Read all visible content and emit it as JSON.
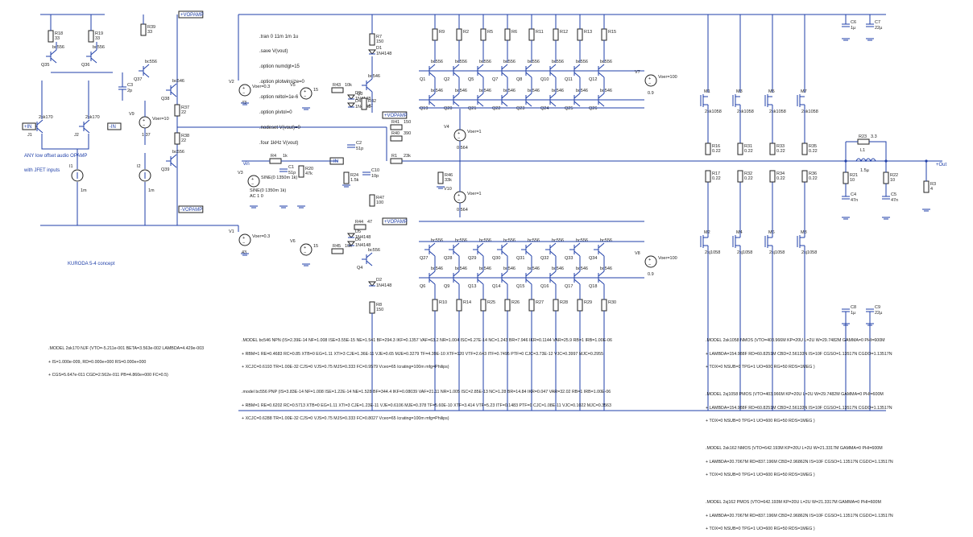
{
  "spice": {
    "lines": [
      ".tran 0 11m 1m 1u",
      ".save V(vout)",
      ".option numdgt=15",
      ".option plotwinsize=0",
      ".option reltol=1e-6",
      ".option pivtol=0",
      ".nodeset V(vout)=0",
      ".four 1kHz V(vout)"
    ]
  },
  "notes": {
    "opamp_l1": "ANY low offset audio OPAMP",
    "opamp_l2": "with JFET inputs",
    "concept": "KURODA 5-4 concept"
  },
  "nets": {
    "vopamp_pos": "+VOPAMP",
    "vopamp_neg": "-VOPAMP",
    "in_pos": "+IN",
    "in_neg": "-IN",
    "vin": "vin",
    "out": "+Out"
  },
  "components": [
    {
      "ref": "R18",
      "value": "33"
    },
    {
      "ref": "R19",
      "value": "33"
    },
    {
      "ref": "Q35",
      "value": "bc556"
    },
    {
      "ref": "Q36",
      "value": "bc556"
    },
    {
      "ref": "R39",
      "value": "33"
    },
    {
      "ref": "Q37",
      "value": "bc556"
    },
    {
      "ref": "C3",
      "value": "2p"
    },
    {
      "ref": "Q38",
      "value": "bc546"
    },
    {
      "ref": "R37",
      "value": "22"
    },
    {
      "ref": "R38",
      "value": "22"
    },
    {
      "ref": "Q39",
      "value": "bc556"
    },
    {
      "ref": "V9",
      "value": "Voer=10"
    },
    {
      "ref": "V9b",
      "value": "1.37"
    },
    {
      "ref": "J1",
      "value": "2sk170"
    },
    {
      "ref": "J2",
      "value": "2sk170"
    },
    {
      "ref": "I1",
      "value": "1m"
    },
    {
      "ref": "I2",
      "value": "1m"
    },
    {
      "ref": "R7",
      "value": "150"
    },
    {
      "ref": "D1",
      "value": "1N4148"
    },
    {
      "ref": "V2",
      "value": "Voer=0.3"
    },
    {
      "ref": "V2b",
      "value": "43"
    },
    {
      "ref": "V5",
      "value": "15"
    },
    {
      "ref": "R43",
      "value": "10k"
    },
    {
      "ref": "Q3",
      "value": "bc546"
    },
    {
      "ref": "D3",
      "value": "1N4148"
    },
    {
      "ref": "D4",
      "value": "1N4148"
    },
    {
      "ref": "R42",
      "value": "47"
    },
    {
      "ref": "R41",
      "value": "150"
    },
    {
      "ref": "R40",
      "value": "390"
    },
    {
      "ref": "C2",
      "value": "51p"
    },
    {
      "ref": "R1",
      "value": "23k"
    },
    {
      "ref": "V4",
      "value": "Voer=1"
    },
    {
      "ref": "V4b",
      "value": "0.564"
    },
    {
      "ref": "R4",
      "value": "1k"
    },
    {
      "ref": "V3",
      "value": "SINE(0 1350m 1k)"
    },
    {
      "ref": "V3b",
      "value": "AC 1 0"
    },
    {
      "ref": "C1",
      "value": "51p"
    },
    {
      "ref": "R20",
      "value": "47k"
    },
    {
      "ref": "R24",
      "value": "1.5k"
    },
    {
      "ref": "C10",
      "value": "10p"
    },
    {
      "ref": "R46",
      "value": "33k"
    },
    {
      "ref": "V10",
      "value": "Voer=1"
    },
    {
      "ref": "V10b",
      "value": "0.564"
    },
    {
      "ref": "R47",
      "value": "100"
    },
    {
      "ref": "V1",
      "value": "Voer=0.3"
    },
    {
      "ref": "V1b",
      "value": "43"
    },
    {
      "ref": "V6",
      "value": "15"
    },
    {
      "ref": "R45",
      "value": "10k"
    },
    {
      "ref": "Q4",
      "value": "bc556"
    },
    {
      "ref": "D5",
      "value": "1N4148"
    },
    {
      "ref": "D6",
      "value": "1N4148"
    },
    {
      "ref": "R44",
      "value": "47"
    },
    {
      "ref": "D2",
      "value": "1N4148"
    },
    {
      "ref": "R8",
      "value": "150"
    },
    {
      "ref": "V7",
      "value": "Voer=100"
    },
    {
      "ref": "V7b",
      "value": "0.9"
    },
    {
      "ref": "V8",
      "value": "Voer=100"
    },
    {
      "ref": "V8b",
      "value": "0.9"
    },
    {
      "ref": "R16",
      "value": "0.22"
    },
    {
      "ref": "R17",
      "value": "0.22"
    },
    {
      "ref": "R31",
      "value": "0.22"
    },
    {
      "ref": "R32",
      "value": "0.22"
    },
    {
      "ref": "R33",
      "value": "0.22"
    },
    {
      "ref": "R34",
      "value": "0.22"
    },
    {
      "ref": "R35",
      "value": "0.22"
    },
    {
      "ref": "R36",
      "value": "0.22"
    },
    {
      "ref": "R23",
      "value": "3.3"
    },
    {
      "ref": "L1",
      "value": "1.5µ"
    },
    {
      "ref": "R21",
      "value": "10"
    },
    {
      "ref": "R22",
      "value": "10"
    },
    {
      "ref": "C4",
      "value": "47n"
    },
    {
      "ref": "C5",
      "value": "47n"
    },
    {
      "ref": "R3",
      "value": "4"
    },
    {
      "ref": "C6",
      "value": "1µ"
    },
    {
      "ref": "C7",
      "value": "22µ"
    },
    {
      "ref": "C8",
      "value": "1µ"
    },
    {
      "ref": "C9",
      "value": "22µ"
    }
  ],
  "npn_drivers": [
    "Q1",
    "Q2",
    "Q5",
    "Q7",
    "Q8",
    "Q10",
    "Q11",
    "Q12"
  ],
  "npn_resistors": [
    "R9",
    "R2",
    "R5",
    "R6",
    "R11",
    "R12",
    "R13",
    "R15"
  ],
  "npn_upper_mirror": [
    "Q19",
    "Q20",
    "Q21",
    "Q22",
    "Q23",
    "Q24",
    "Q25",
    "Q26"
  ],
  "pnp_upper": [
    "Q27",
    "Q28",
    "Q29",
    "Q30",
    "Q31",
    "Q32",
    "Q33",
    "Q34"
  ],
  "pnp_lower": [
    "Q6",
    "Q9",
    "Q13",
    "Q14",
    "Q15",
    "Q16",
    "Q17",
    "Q18"
  ],
  "pnp_resistors": [
    "R10",
    "R14",
    "R25",
    "R26",
    "R27",
    "R28",
    "R29",
    "R30"
  ],
  "mosfet_n": [
    {
      "ref": "M1",
      "value": "2sk1058"
    },
    {
      "ref": "M3",
      "value": "2sk1058"
    },
    {
      "ref": "M5",
      "value": "2sk1058"
    },
    {
      "ref": "M7",
      "value": "2sk1058"
    }
  ],
  "mosfet_p": [
    {
      "ref": "M2",
      "value": "2sj1058"
    },
    {
      "ref": "M4",
      "value": "2sj1058"
    },
    {
      "ref": "M6",
      "value": "2sj1058"
    },
    {
      "ref": "M8",
      "value": "2sj1058"
    }
  ],
  "models": {
    "jfet": [
      ".MODEL 2sk170 NJF (VTO=-5.211e-001 BETA=3.563e-002 LAMBDA=4.429e-003",
      "+ IS=1.000e-009, RD=0.000e+000 RS=0.000e+000",
      "+ CGS=5.647e-011 CGD=2.562e-011 PB=4.860e+000 FC=0.5)"
    ],
    "bjt": [
      ".MODEL bc546 NPN (IS=2.39E-14 NF=1.008 ISE=3.55E-15 NE=1.541 BF=294.3 IKF=0.1357 VAF=63.2 NR=1.004 ISC=6.27E-14 NC=1.243 BR=7.946 IKR=0.1144 VAR=25.9 RB=1 IRB=1.00E-06",
      "+ RBM=1 RE=0.4683 RC=0.85 XTB=0 EG=1.11 XTI=3 CJE=1.36E-11 VJE=0.65 MJE=0.3279 TF=4.39E-10 XTF=120 VTF=2.643 ITF=0.7495 PTF=0 CJC=3.73E-12 VJC=0.3997 MJC=0.2955",
      "+ XCJC=0.6193 TR=1.00E-32 CJS=0 VJS=0.75 MJS=0.333 FC=0.9579 Vceo=65 Icrating=100m mfg=Philips)",
      ".model bc556 PNP (IS=3.83E-14 NF=1.008 ISE=1.22E-14 NE=1.528 BF=344.4 IKF=0.08039 VAF=21.11 NR=1.005 ISC=2.85E-13 NC=1.28 BR=14.84 IKR=0.047 VAR=32.02 RB=1 IRB=1.00E-06",
      "+ RBM=1 RE=0.6202 RC=0.5713 XTB=0 EG=1.11 XTI=3 CJE=1.23E-11 VJE=0.6106 MJE=0.378 TF=5.60E-10 XTF=3.414 VTF=5.23 ITF=0.1483 PTF=0 CJC=1.08E-11 VJC=0.1022 MJC=0.3563",
      "+ XCJC=0.6288 TR=1.00E-32 CJS=0 VJS=0.75 MJS=0.333 FC=0.8027 Vceo=65 Icrating=100m mfg=Philips)"
    ],
    "mos": [
      ".MODEL 2sk1058 NMOS (VTO=403.966M KP=20U L=2U W=29.7482M GAMMA=0 PHI=600M",
      "+ LAMBDA=154.988F RD=60.8251M CBD=2.56133N IS=10F CGSO=1.13517N CGDO=1.13517N",
      "+ TOX=0 NSUB=0 TPG=1 UO=600 RG=50 RDS=1MEG )",
      ".MODEL 2sj1058 PMOS (VTO=403.966M KP=20U L=2U W=29.7482M GAMMA=0 PHI=600M",
      "+ LAMBDA=154.988F RD=60.8251M CBD=2.56133N IS=10F CGSO=1.13517N CGDO=1.13517N",
      "+ TOX=0 NSUB=0 TPG=1 UO=600 RG=50 RDS=1MEG )",
      ".MODEL 2sk162 NMOS (VTO=642.193M KP=20U L=2U W=21.3317M GAMMA=0 PHI=600M",
      "+ LAMBDA=20.7067M RD=837.196M CBD=2.96862N IS=10F CGSO=1.13517N CGDO=1.13517N",
      "+ TOX=0 NSUB=0 TPG=1 UO=600 RG=50 RDS=1MEG )",
      ".MODEL 2sj162 PMOS (VTO=642.193M KP=20U L=2U W=21.3317M GAMMA=0 PHI=600M",
      "+ LAMBDA=20.7067M RD=837.196M CBD=2.96862N IS=10F CGSO=1.13517N CGDO=1.13517N",
      "+ TOX=0 NSUB=0 TPG=1 UO=600 RG=50 RDS=1MEG )"
    ]
  }
}
